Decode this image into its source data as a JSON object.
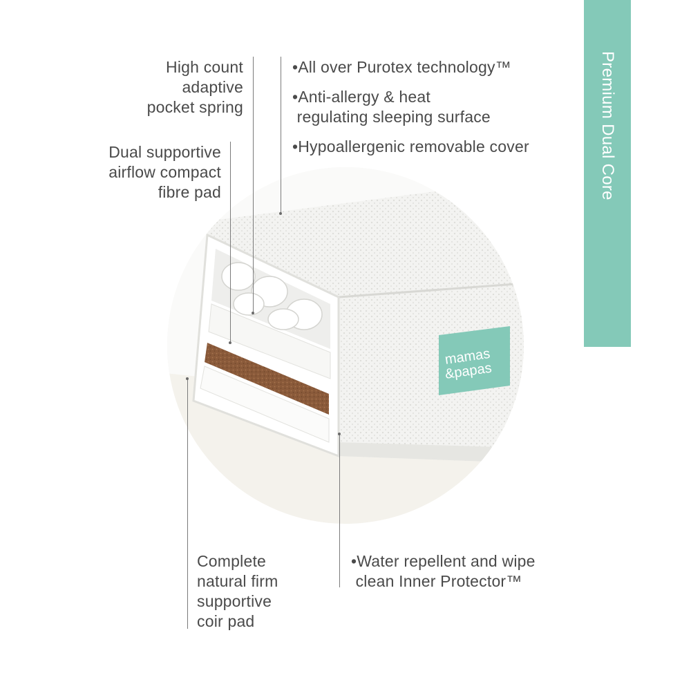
{
  "banner": {
    "text": "Premium Dual Core",
    "color": "#84c9b8"
  },
  "callouts": {
    "high_count": "High count\nadaptive\npocket spring",
    "dual_supportive": "Dual supportive\nairflow compact\nfibre pad",
    "coir_pad": "Complete\nnatural firm\nsupportive\ncoir pad"
  },
  "bullets": {
    "purotex": "•All over Purotex technology™",
    "antiallergy": "•Anti-allergy & heat\n regulating sleeping surface",
    "hypoallergenic": "•Hypoallergenic removable cover",
    "water_repellent": "•Water repellent and wipe\n clean Inner Protector™"
  },
  "brand_label": {
    "line1": "mamas",
    "line2": "&papas",
    "color": "#84c9b8"
  },
  "colors": {
    "text": "#4a4a4a",
    "circle_background": "#f4f2ec",
    "coir": "#8a5a3a"
  }
}
